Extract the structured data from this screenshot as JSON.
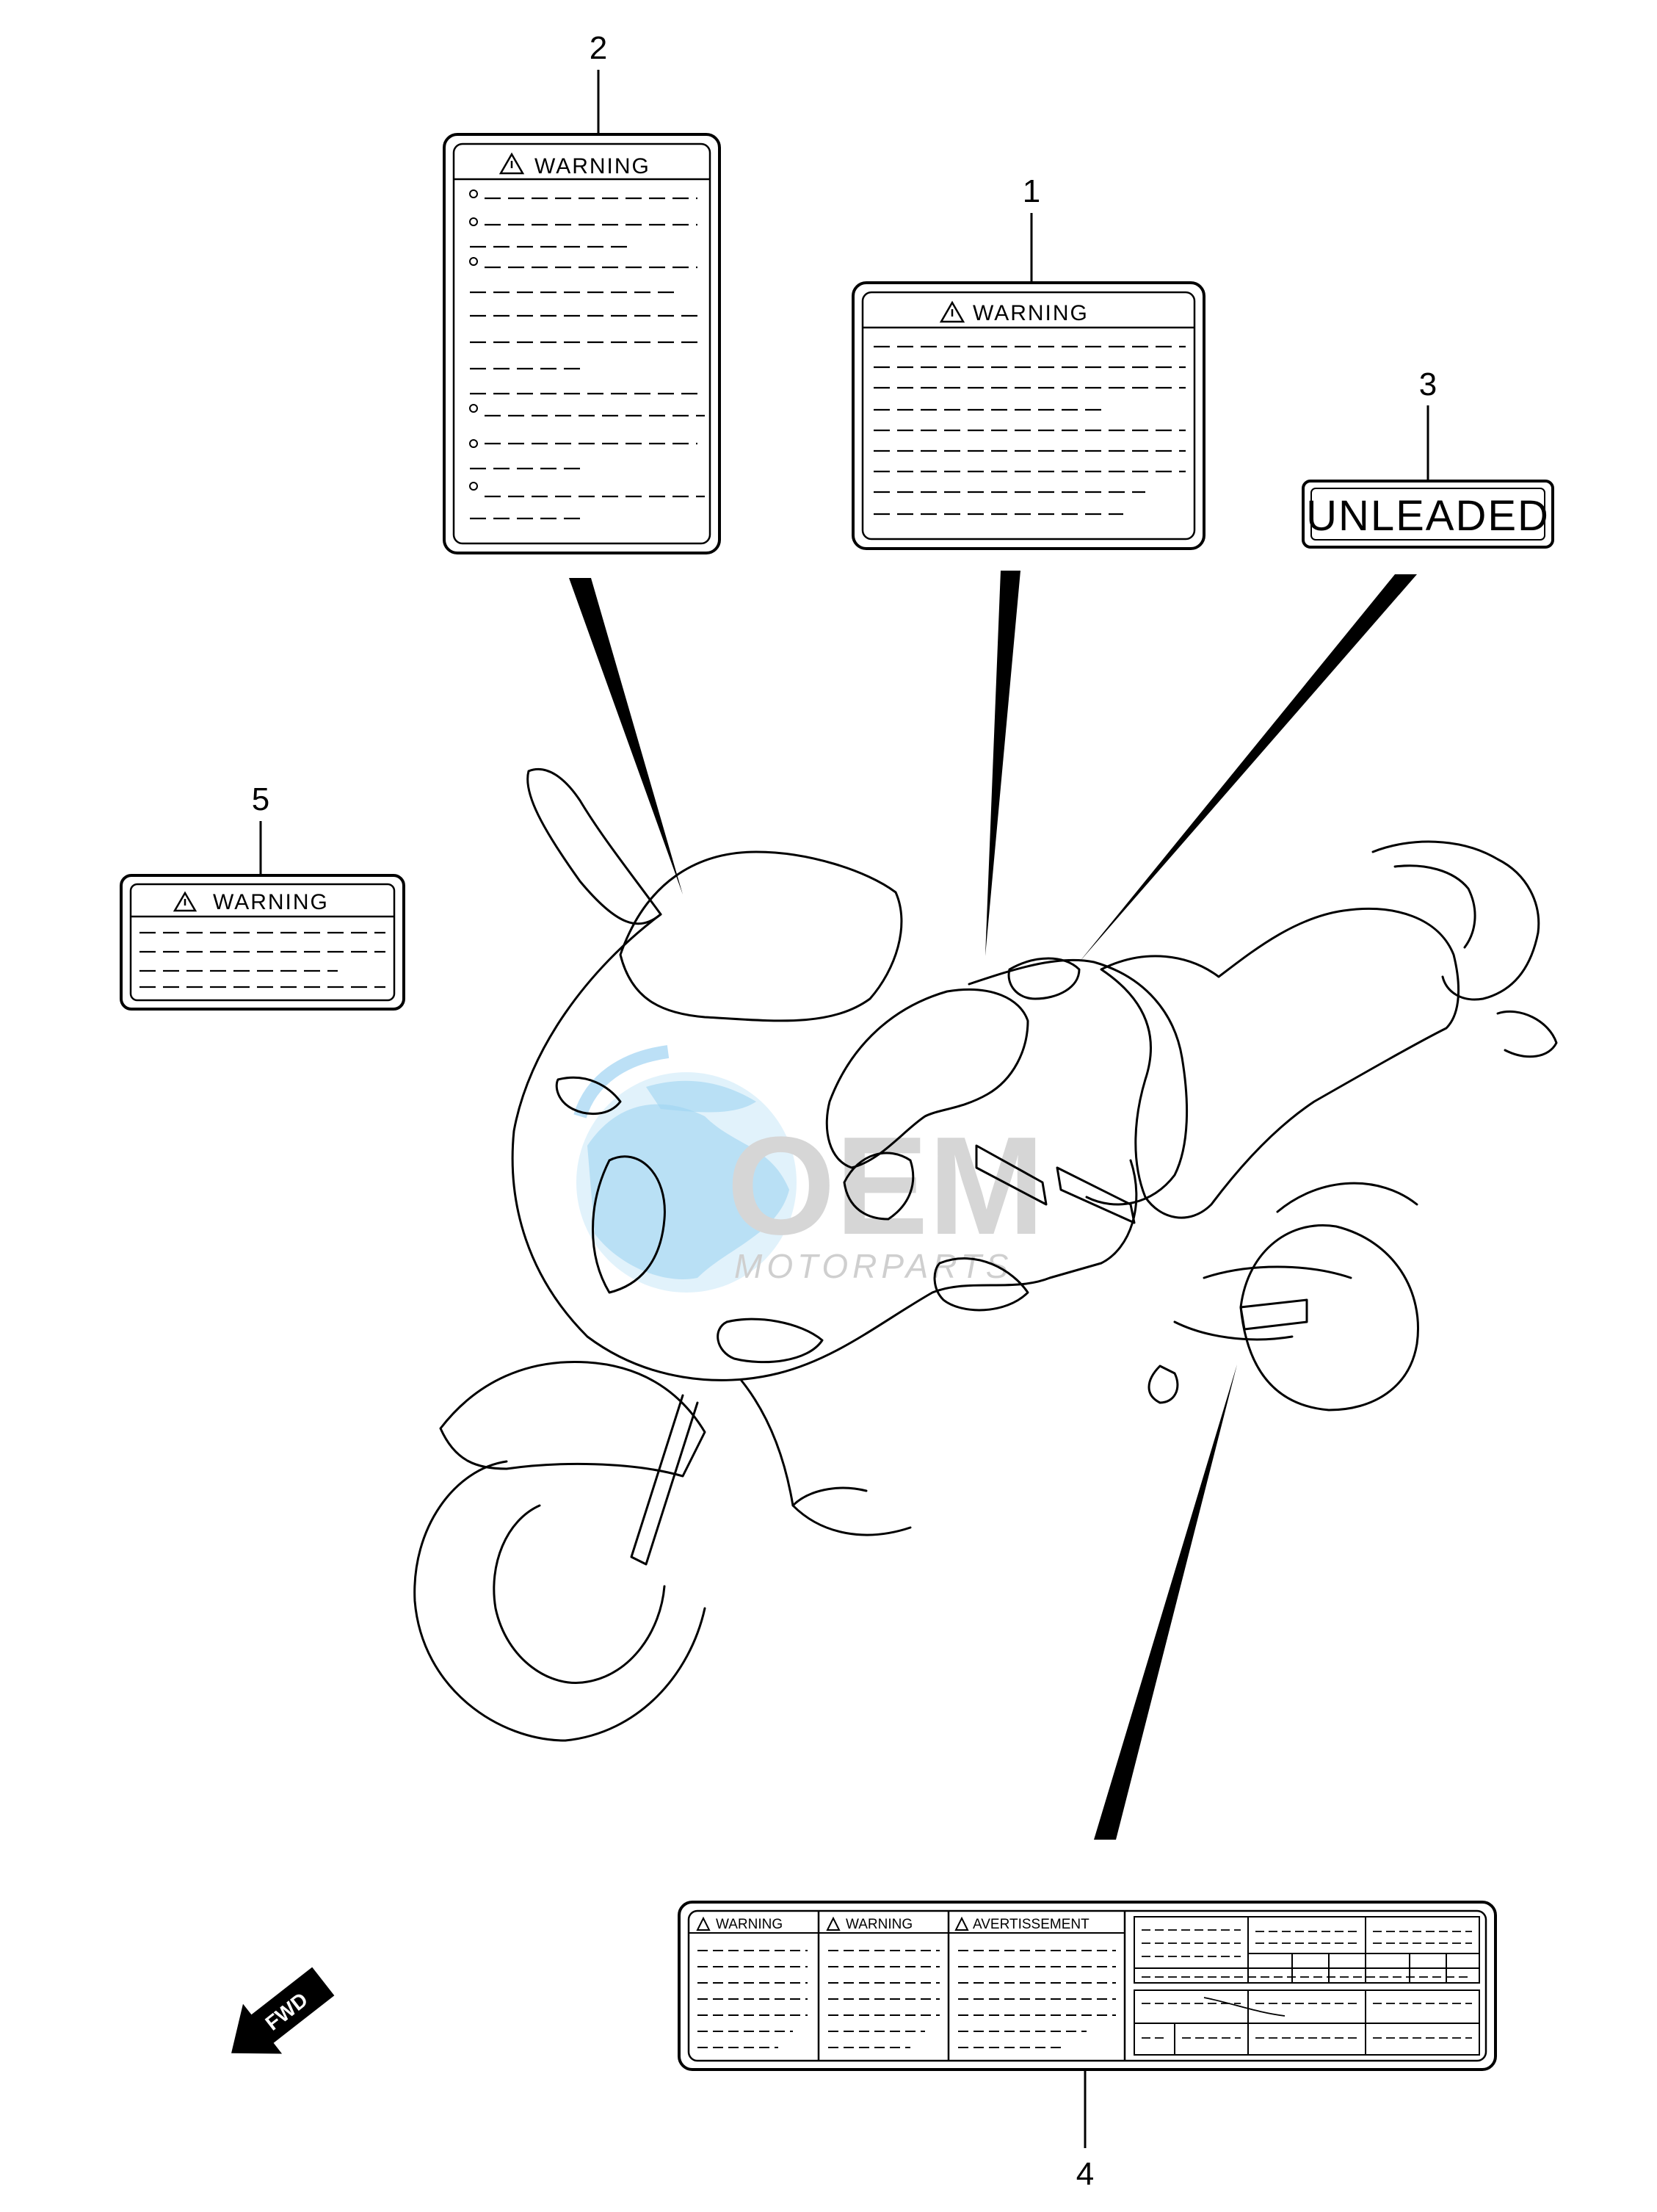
{
  "diagram": {
    "callouts": [
      {
        "number": "1"
      },
      {
        "number": "2"
      },
      {
        "number": "3"
      },
      {
        "number": "4"
      },
      {
        "number": "5"
      }
    ],
    "labels": {
      "label1_heading": "WARNING",
      "label2_heading": "WARNING",
      "label3_text": "UNLEADED",
      "label5_heading": "WARNING",
      "label4_headings": [
        "WARNING",
        "WARNING",
        "AVERTISSEMENT"
      ]
    },
    "fwd_arrow": "FWD",
    "watermark": {
      "logo_text": "OEM",
      "tagline": "MOTORPARTS",
      "colors": {
        "globe": "#9fd3f2",
        "land": "#c9e8f8",
        "text": "#d6d6d6"
      }
    },
    "icons": [
      "warning-triangle-icon",
      "fwd-arrow-icon",
      "globe-logo-icon"
    ]
  }
}
